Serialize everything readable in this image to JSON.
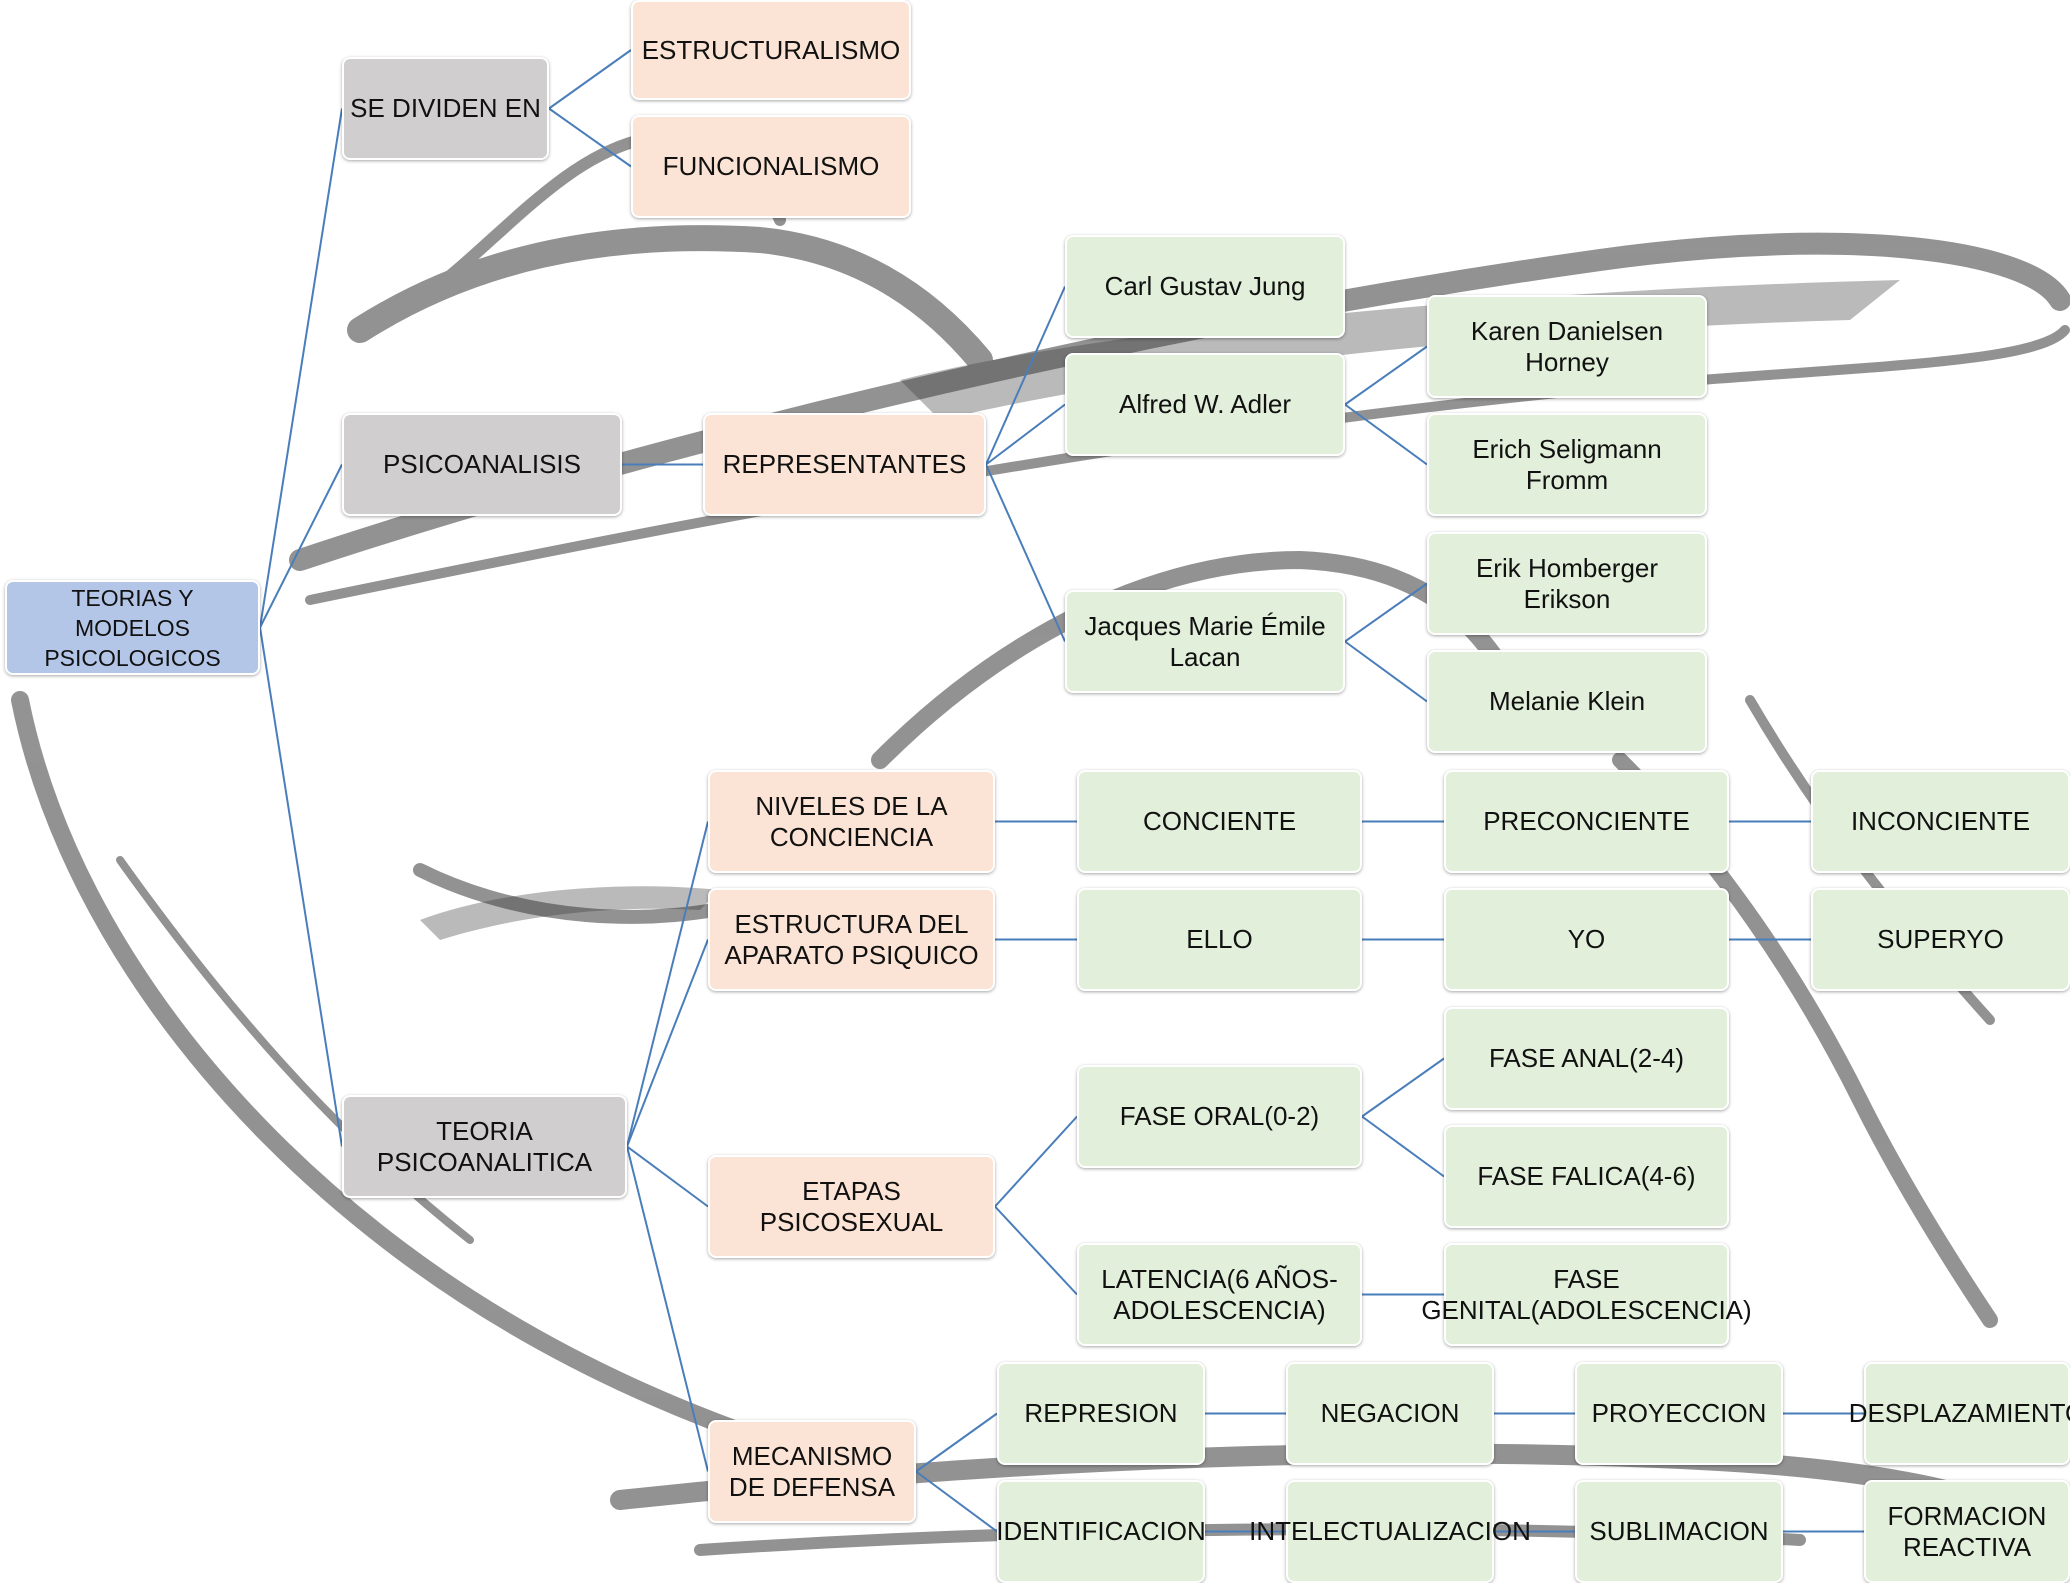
{
  "diagram": {
    "type": "mind-map",
    "colors": {
      "root": "#b4c6e7",
      "level1": "#d0cece",
      "level2": "#fbe4d5",
      "leaf": "#e2efda",
      "connector": "#4a7ebb"
    },
    "background_image": "sketch of a person lying on a psychoanalysis couch (grayscale)",
    "nodes": {
      "root": "TEORIAS Y MODELOS PSICOLOGICOS",
      "se_dividen": "SE DIVIDEN EN",
      "estructuralismo": "ESTRUCTURALISMO",
      "funcionalismo": "FUNCIONALISMO",
      "psicoanalisis": "PSICOANALISIS",
      "representantes": "REPRESENTANTES",
      "jung": "Carl Gustav Jung",
      "adler": "Alfred W. Adler",
      "horney": "Karen Danielsen Horney",
      "fromm": "Erich Seligmann Fromm",
      "lacan": "Jacques Marie Émile Lacan",
      "erikson": "Erik Homberger Erikson",
      "klein": "Melanie Klein",
      "teoria": "TEORIA PSICOANALITICA",
      "niveles": "NIVELES DE LA CONCIENCIA",
      "conciente": "CONCIENTE",
      "preconciente": "PRECONCIENTE",
      "inconciente": "INCONCIENTE",
      "estructura": "ESTRUCTURA  DEL APARATO PSIQUICO",
      "ello": "ELLO",
      "yo": "YO",
      "superyo": "SUPERYO",
      "etapas": "ETAPAS PSICOSEXUAL",
      "fase_oral": "FASE ORAL(0-2)",
      "fase_anal": "FASE ANAL(2-4)",
      "fase_falica": "FASE FALICA(4-6)",
      "latencia": "LATENCIA(6 AÑOS-ADOLESCENCIA)",
      "fase_genital": "FASE GENITAL(ADOLESCENCIA)",
      "mecanismo": "MECANISMO DE DEFENSA",
      "represion": "REPRESION",
      "negacion": "NEGACION",
      "proyeccion": "PROYECCION",
      "desplazamiento": "DESPLAZAMIENTO",
      "identificacion": "IDENTIFICACION",
      "intelectualizacion": "INTELECTUALIZACION",
      "sublimacion": "SUBLIMACION",
      "formacion": "FORMACION REACTIVA"
    }
  }
}
